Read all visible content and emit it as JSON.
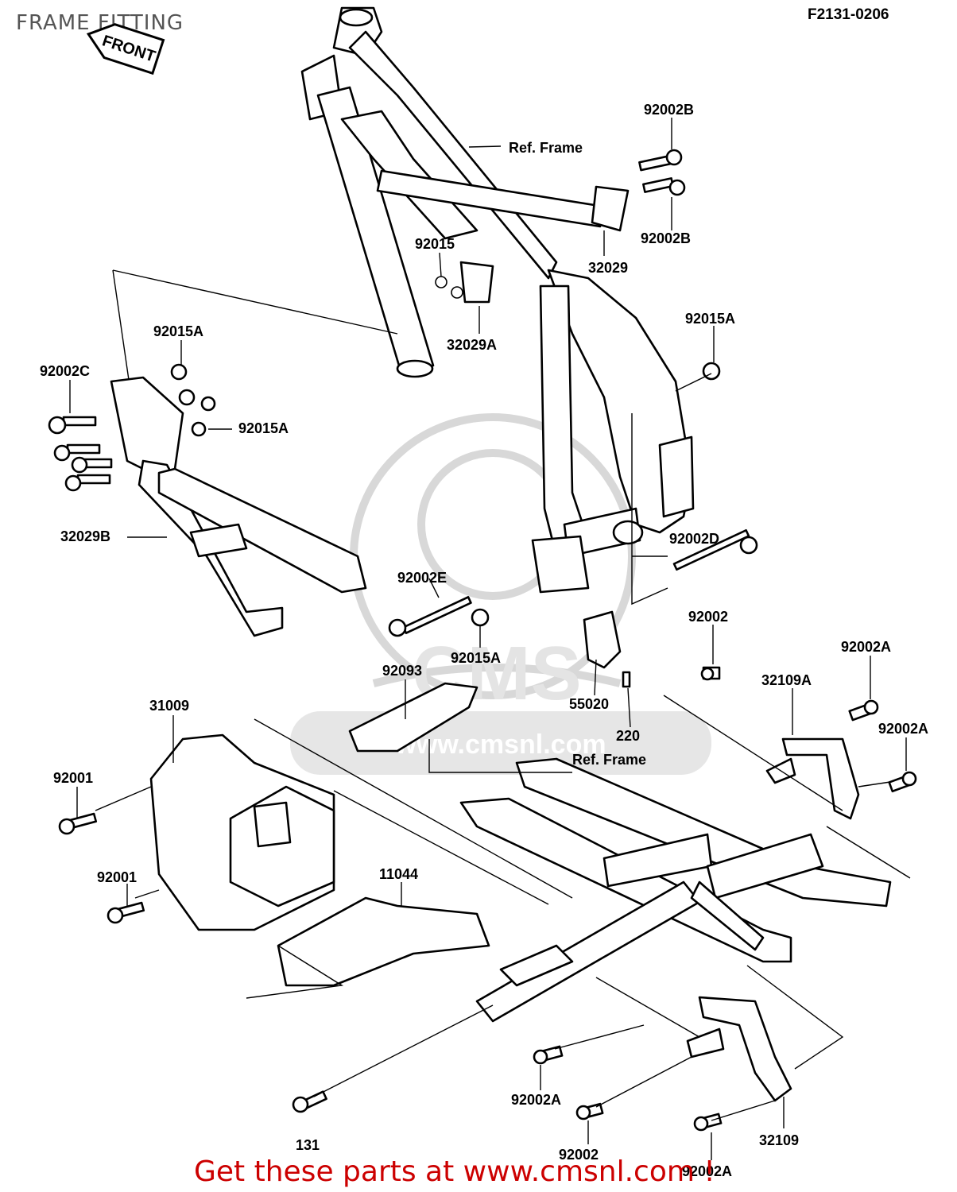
{
  "page_title": "FRAME FITTING",
  "doc_code": "F2131-0206",
  "front_arrow": "FRONT",
  "footer_text": "Get these parts at www.cmsnl.com !",
  "watermark": {
    "text": "www.cmsnl.com",
    "logo": "CMS"
  },
  "labels": {
    "ref_frame_top": "Ref. Frame",
    "ref_frame_bottom": "Ref. Frame",
    "p92002B_top": "92002B",
    "p92002B_mid": "92002B",
    "p32029": "32029",
    "p92015": "92015",
    "p32029A": "32029A",
    "p92015A_left_top": "92015A",
    "p92002C": "92002C",
    "p92015A_left_mid": "92015A",
    "p92015A_right": "92015A",
    "p32029B": "32029B",
    "p92002D": "92002D",
    "p92002E": "92002E",
    "p92015A_center": "92015A",
    "p92002_right": "92002",
    "p92002A_right_top": "92002A",
    "p32109A": "32109A",
    "p92002A_right_mid": "92002A",
    "p92093": "92093",
    "p55020": "55020",
    "p220": "220",
    "p31009": "31009",
    "p92001_top": "92001",
    "p92001_bottom": "92001",
    "p11044": "11044",
    "p92002A_bottom_left": "92002A",
    "p131": "131",
    "p92002_bottom": "92002",
    "p32109": "32109",
    "p92002A_bottom": "92002A"
  }
}
